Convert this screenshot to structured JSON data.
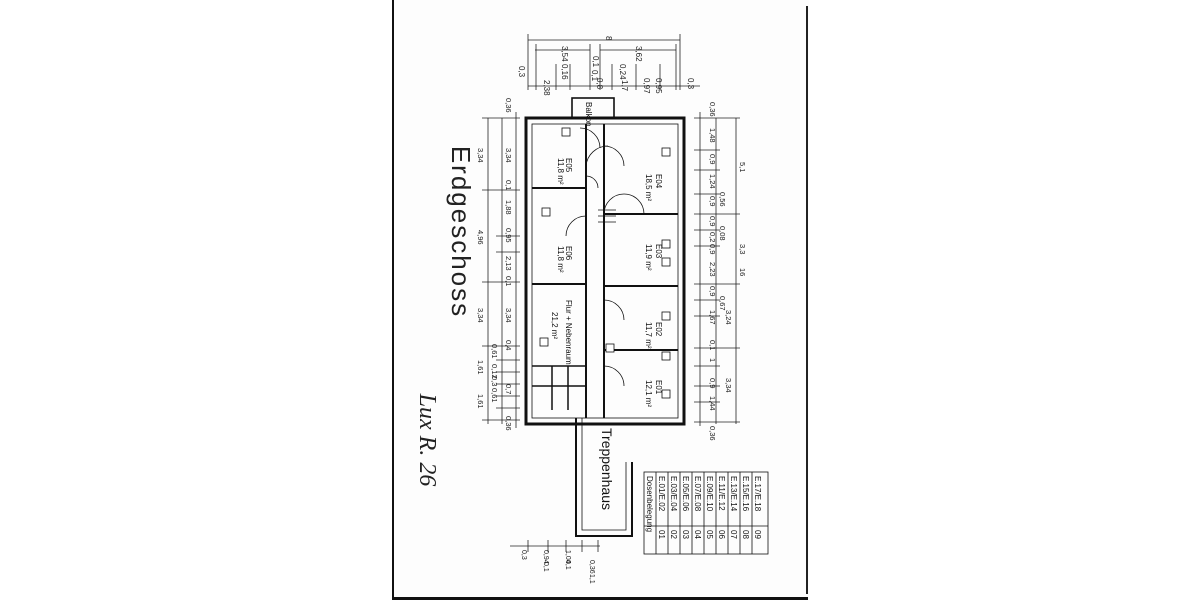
{
  "title": "Erdgeschoss",
  "handwritten_note": "Lux R. 26",
  "top_dimensions": [
    "8",
    "3,54",
    "3,62",
    "0,16",
    "0,1",
    "0,24",
    "0,3",
    "2,38",
    "0,8",
    "1,7",
    "0,97",
    "0,95",
    "0,3",
    "0,1"
  ],
  "balcony_label": "Balkon",
  "stair_label": "Treppenhaus",
  "rooms": [
    {
      "id": "E05",
      "area": "11,8 m²"
    },
    {
      "id": "E04",
      "area": "18,5 m²"
    },
    {
      "id": "E06",
      "area": "11,8 m²"
    },
    {
      "id": "E03",
      "area": "11,9 m²"
    },
    {
      "id": "Flur + Nebenraum",
      "area": "21,2 m²"
    },
    {
      "id": "E02",
      "area": "11,7 m²"
    },
    {
      "id": "E01",
      "area": "12,1 m²"
    }
  ],
  "outlets": [
    "01",
    "02",
    "03",
    "04",
    "05",
    "06",
    "07",
    "08",
    "09"
  ],
  "left_dimensions": [
    "0,36",
    "3,34",
    "3,34",
    "0,1",
    "4,96",
    "1,88",
    "0,95",
    "2,13",
    "0,1",
    "3,34",
    "3,34",
    "1,61",
    "0,61",
    "0,12",
    "0,4",
    "0,3",
    "1,61",
    "0,61",
    "0,7",
    "0,36"
  ],
  "right_dimensions": [
    "0,36",
    "1,48",
    "0,9",
    "1,24",
    "0,9",
    "5,1",
    "0,56",
    "0,9",
    "0,2",
    "0,08",
    "0,9",
    "3,3",
    "2,23",
    "0,9",
    "16",
    "0,67",
    "1,67",
    "3,24",
    "0,1",
    "1",
    "0,9",
    "1,44",
    "3,34",
    "0,36"
  ],
  "bottom_dimensions": [
    "0,36",
    "1,1",
    "1,04",
    "0,1",
    "0,94",
    "0,1",
    "0,3"
  ],
  "table": {
    "header": "Dosenbelegung",
    "rows": [
      [
        "01",
        "E.01/E.02"
      ],
      [
        "02",
        "E.03/E.04"
      ],
      [
        "03",
        "E.05/E.06"
      ],
      [
        "04",
        "E.07/E.08"
      ],
      [
        "05",
        "E.09/E.10"
      ],
      [
        "06",
        "E.11/E.12"
      ],
      [
        "07",
        "E.13/E.14"
      ],
      [
        "08",
        "E.15/E.16"
      ],
      [
        "09",
        "E.17/E.18"
      ]
    ]
  }
}
